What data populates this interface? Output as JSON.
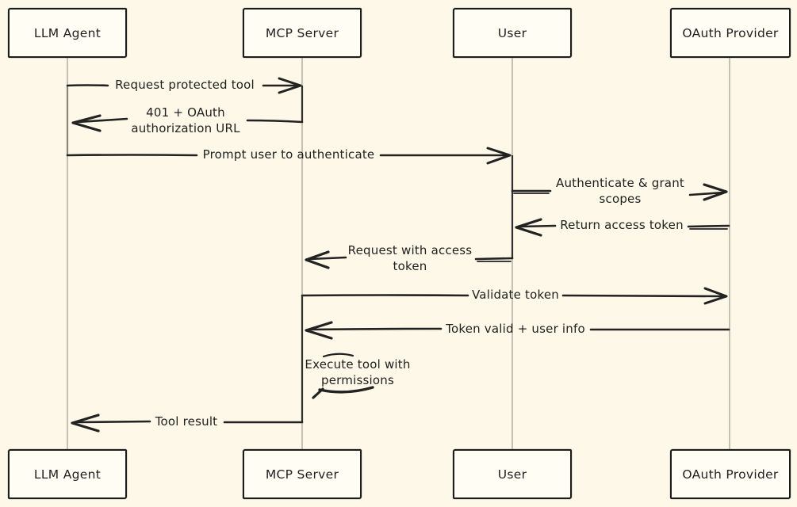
{
  "diagram": {
    "type": "sequence-diagram",
    "topic": "MCP OAuth authorization flow"
  },
  "colors": {
    "background": "#fdf8e7",
    "box_fill": "#fffdf4",
    "ink": "#1f1f1f",
    "lifeline": "#b6b2a8",
    "activation": "#2f2f2f"
  },
  "actors": [
    {
      "id": "llm-agent",
      "label": "LLM Agent"
    },
    {
      "id": "mcp-server",
      "label": "MCP Server"
    },
    {
      "id": "user",
      "label": "User"
    },
    {
      "id": "oauth-provider",
      "label": "OAuth Provider"
    }
  ],
  "messages": [
    {
      "line1": "Request protected tool",
      "from": "LLM Agent",
      "to": "MCP Server"
    },
    {
      "line1": "401 + OAuth",
      "line2": "authorization URL",
      "from": "MCP Server",
      "to": "LLM Agent"
    },
    {
      "line1": "Prompt user to authenticate",
      "from": "LLM Agent",
      "to": "User"
    },
    {
      "line1": "Authenticate & grant",
      "line2": "scopes",
      "from": "User",
      "to": "OAuth Provider"
    },
    {
      "line1": "Return access token",
      "from": "OAuth Provider",
      "to": "User"
    },
    {
      "line1": "Request with access",
      "line2": "token",
      "from": "User",
      "to": "MCP Server"
    },
    {
      "line1": "Validate token",
      "from": "MCP Server",
      "to": "OAuth Provider"
    },
    {
      "line1": "Token valid + user info",
      "from": "OAuth Provider",
      "to": "MCP Server"
    },
    {
      "line1": "Execute tool with",
      "line2": "permissions",
      "from": "MCP Server",
      "to": "MCP Server"
    },
    {
      "line1": "Tool result",
      "from": "MCP Server",
      "to": "LLM Agent"
    }
  ]
}
